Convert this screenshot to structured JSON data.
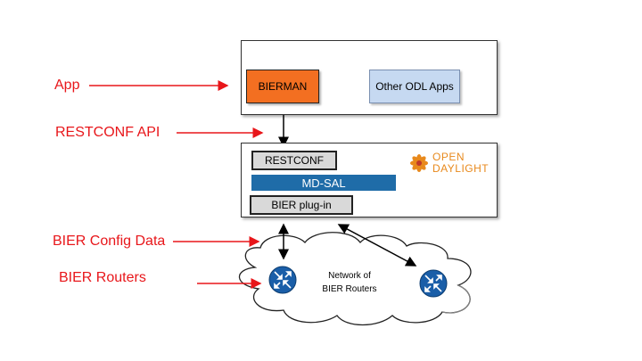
{
  "labels": {
    "app": "App",
    "restconf_api": "RESTCONF API",
    "bier_config_data": "BIER Config Data",
    "bier_routers": "BIER Routers"
  },
  "app_layer": {
    "bierman": "BIERMAN",
    "other_apps": "Other ODL Apps"
  },
  "controller": {
    "restconf": "RESTCONF",
    "md_sal": "MD-SAL",
    "bier_plugin": "BIER plug-in",
    "logo_line1": "OPEN",
    "logo_line2": "DAYLIGHT"
  },
  "network": {
    "line1": "Network of",
    "line2": "BIER Routers"
  },
  "colors": {
    "label_red": "#e8161a",
    "bierman_orange": "#f36f21",
    "other_apps_blue": "#c6d9f1",
    "md_sal_blue": "#1f6ca8",
    "router_blue": "#1a5ea8",
    "logo_orange": "#e8891c"
  }
}
